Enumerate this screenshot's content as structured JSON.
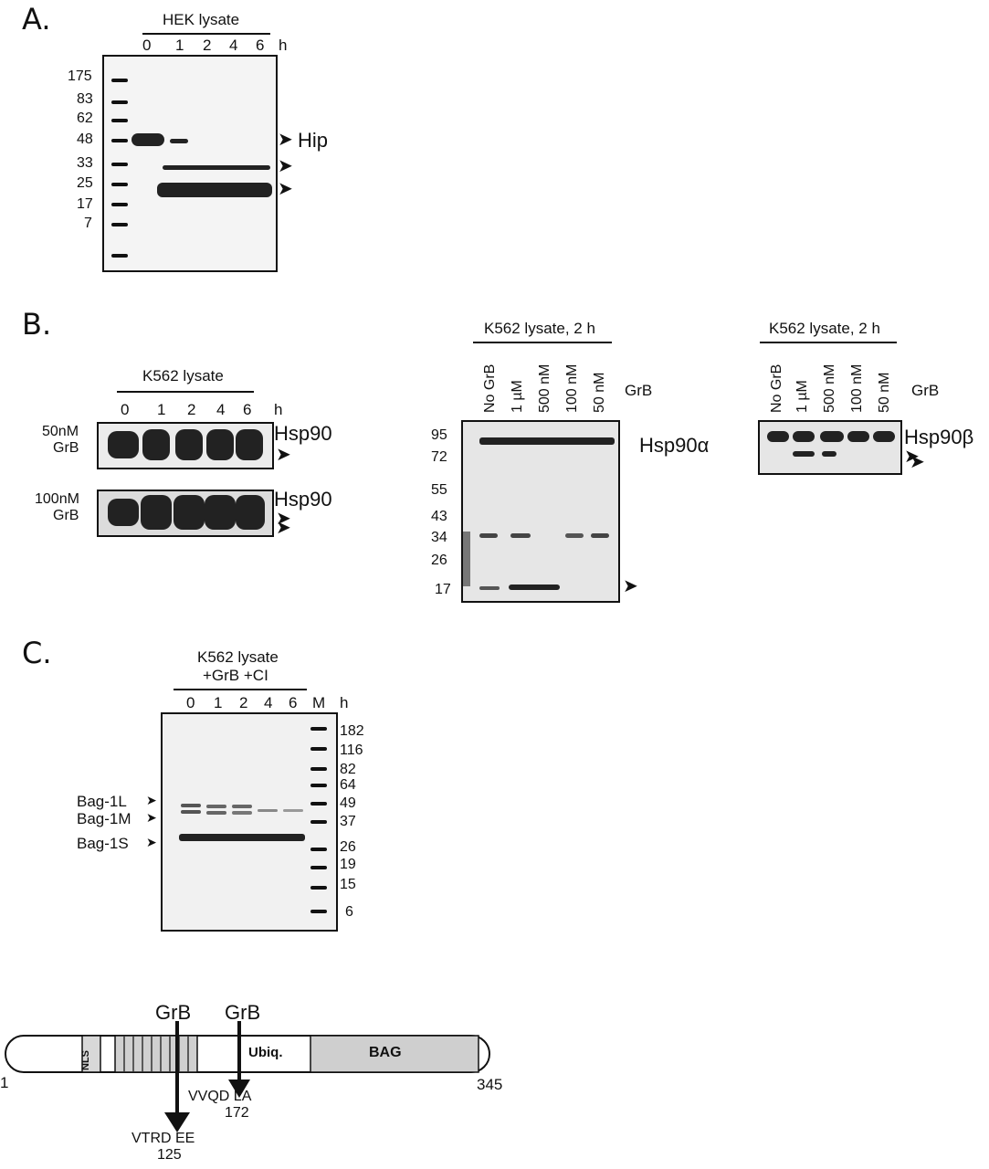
{
  "panelA": {
    "label": "A.",
    "lysate": "HEK lysate",
    "times": [
      "0",
      "1",
      "2",
      "4",
      "6"
    ],
    "unit": "h",
    "markers": [
      "175",
      "83",
      "62",
      "48",
      "33",
      "25",
      "17",
      "7"
    ],
    "target": "Hip"
  },
  "panelB": {
    "label": "B.",
    "left": {
      "lysate": "K562 lysate",
      "times": [
        "0",
        "1",
        "2",
        "4",
        "6"
      ],
      "unit": "h",
      "row1_label1": "50nM",
      "row1_label2": "GrB",
      "row2_label1": "100nM",
      "row2_label2": "GrB",
      "target": "Hsp90"
    },
    "middle": {
      "lysate": "K562 lysate, 2 h",
      "lanes": [
        "No GrB",
        "1 µM",
        "500 nM",
        "100 nM",
        "50 nM"
      ],
      "agent": "GrB",
      "markers": [
        "95",
        "72",
        "55",
        "43",
        "34",
        "26",
        "17"
      ],
      "target": "Hsp90α"
    },
    "right": {
      "lysate": "K562 lysate, 2 h",
      "lanes": [
        "No GrB",
        "1 µM",
        "500 nM",
        "100 nM",
        "50 nM"
      ],
      "agent": "GrB",
      "target": "Hsp90β"
    }
  },
  "panelC": {
    "label": "C.",
    "lysate": "K562 lysate",
    "treatment": "+GrB +CI",
    "times": [
      "0",
      "1",
      "2",
      "4",
      "6"
    ],
    "marker_lane": "M",
    "unit": "h",
    "markers": [
      "182",
      "116",
      "82",
      "64",
      "49",
      "37",
      "26",
      "19",
      "15",
      "6"
    ],
    "bands": [
      "Bag-1L",
      "Bag-1M",
      "Bag-1S"
    ]
  },
  "diagram": {
    "start": "1",
    "end": "345",
    "domain_nls": "NLS",
    "domain_ubiq": "Ubiq.",
    "domain_bag": "BAG",
    "site1_label": "GrB",
    "site1_seq": "VTRD EE",
    "site1_pos": "125",
    "site2_label": "GrB",
    "site2_seq": "VVQD LA",
    "site2_pos": "172"
  }
}
